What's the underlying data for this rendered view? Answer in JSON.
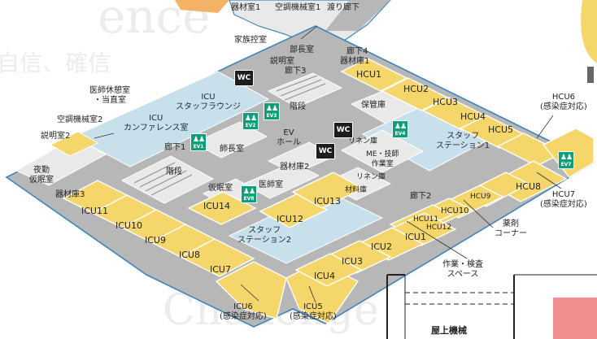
{
  "background_words": {
    "top": "ence",
    "left": "自信、確信",
    "bottom": "Challenge"
  },
  "colors": {
    "corridor": "#b7b7b7",
    "icu_room": "#f5d66b",
    "staff_room": "#c7e0ec",
    "support_room": "#e9e9e9",
    "outline": "#3f86b8",
    "ev": "#0d9f78",
    "wc": "#1d1d1d",
    "bridge_orange": "#f4b266",
    "roof_pink": "#ef8f8f"
  },
  "labels": {
    "kizaishitsu_top": "器材室1",
    "kucho_top": "空調機械室1",
    "watari": "渡り廊下",
    "kazoku": "家族控室",
    "buchou": "部長室",
    "setsumei1": "説明室",
    "rouka4": "廊下4",
    "kizaiko1": "器材庫1",
    "rouka3": "廊下3",
    "ishi_kyukei": "医師休憩室\n・当直室",
    "kucho2": "空調機械室2",
    "setsumei2": "説明室2",
    "icu_lounge": "ICU\nスタッフラウンジ",
    "icu_conf": "ICU\nカンファレンス室",
    "kaidan1": "階段",
    "hokanko": "保管庫",
    "ev_hall": "EV\nホール",
    "rouka1": "廊下1",
    "shicho": "師長室",
    "kaidan2": "階段",
    "kizaiko2": "器材庫2",
    "yakin": "夜勤\n仮眠室",
    "kizaiko3": "器材庫3",
    "kamin": "仮眠室",
    "ishi_room": "医師室",
    "riren1": "リネン庫",
    "me_room": "ME・技師\n作業室",
    "staff_st1": "スタッフ\nステーション1",
    "riren2": "リネン庫",
    "zairyo": "材料庫",
    "rouka2": "廊下2",
    "staff_st2": "スタッフ\nステーション2",
    "yakuzai": "薬剤\nコーナー",
    "sagyo": "作業・検査\nスペース",
    "hcu6": "HCU6\n(感染症対応)",
    "hcu7": "HCU7\n(感染症対応)",
    "icu6": "ICU6\n(感染症対応)",
    "icu5": "ICU5\n(感染症対応)",
    "roof": "屋上機械"
  },
  "rooms": {
    "hcu": [
      "HCU1",
      "HCU2",
      "HCU3",
      "HCU4",
      "HCU5",
      "HCU8",
      "HCU9",
      "HCU10",
      "HCU11",
      "HCU12"
    ],
    "icu": [
      "ICU11",
      "ICU10",
      "ICU9",
      "ICU8",
      "ICU7",
      "ICU14",
      "ICU12",
      "ICU13",
      "ICU1",
      "ICU2",
      "ICU3",
      "ICU4"
    ]
  },
  "wc": [
    "WC",
    "WC",
    "WC"
  ],
  "ev": [
    "EV1",
    "EV2",
    "EV3",
    "EV4",
    "EV7",
    "EV8"
  ]
}
